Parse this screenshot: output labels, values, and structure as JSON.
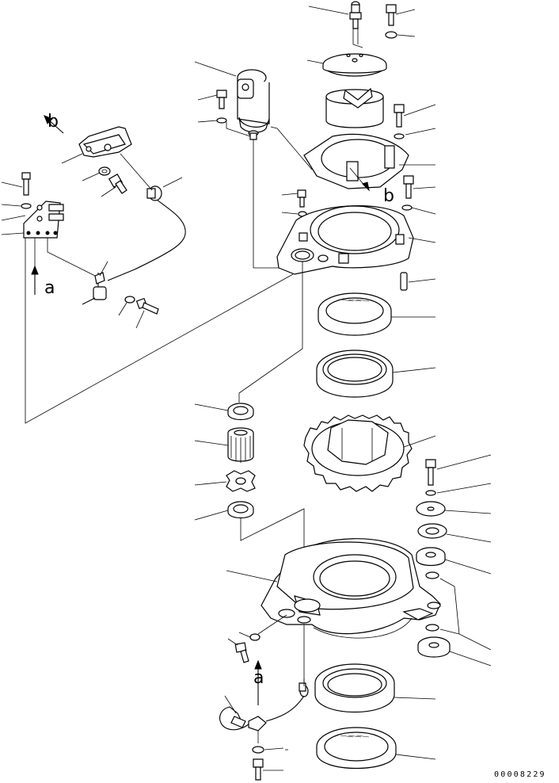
{
  "view_labels": {
    "a_top": "a",
    "b_top": "b",
    "b_mid": "b",
    "a_bottom": "a"
  },
  "drawing_code": "00008229"
}
